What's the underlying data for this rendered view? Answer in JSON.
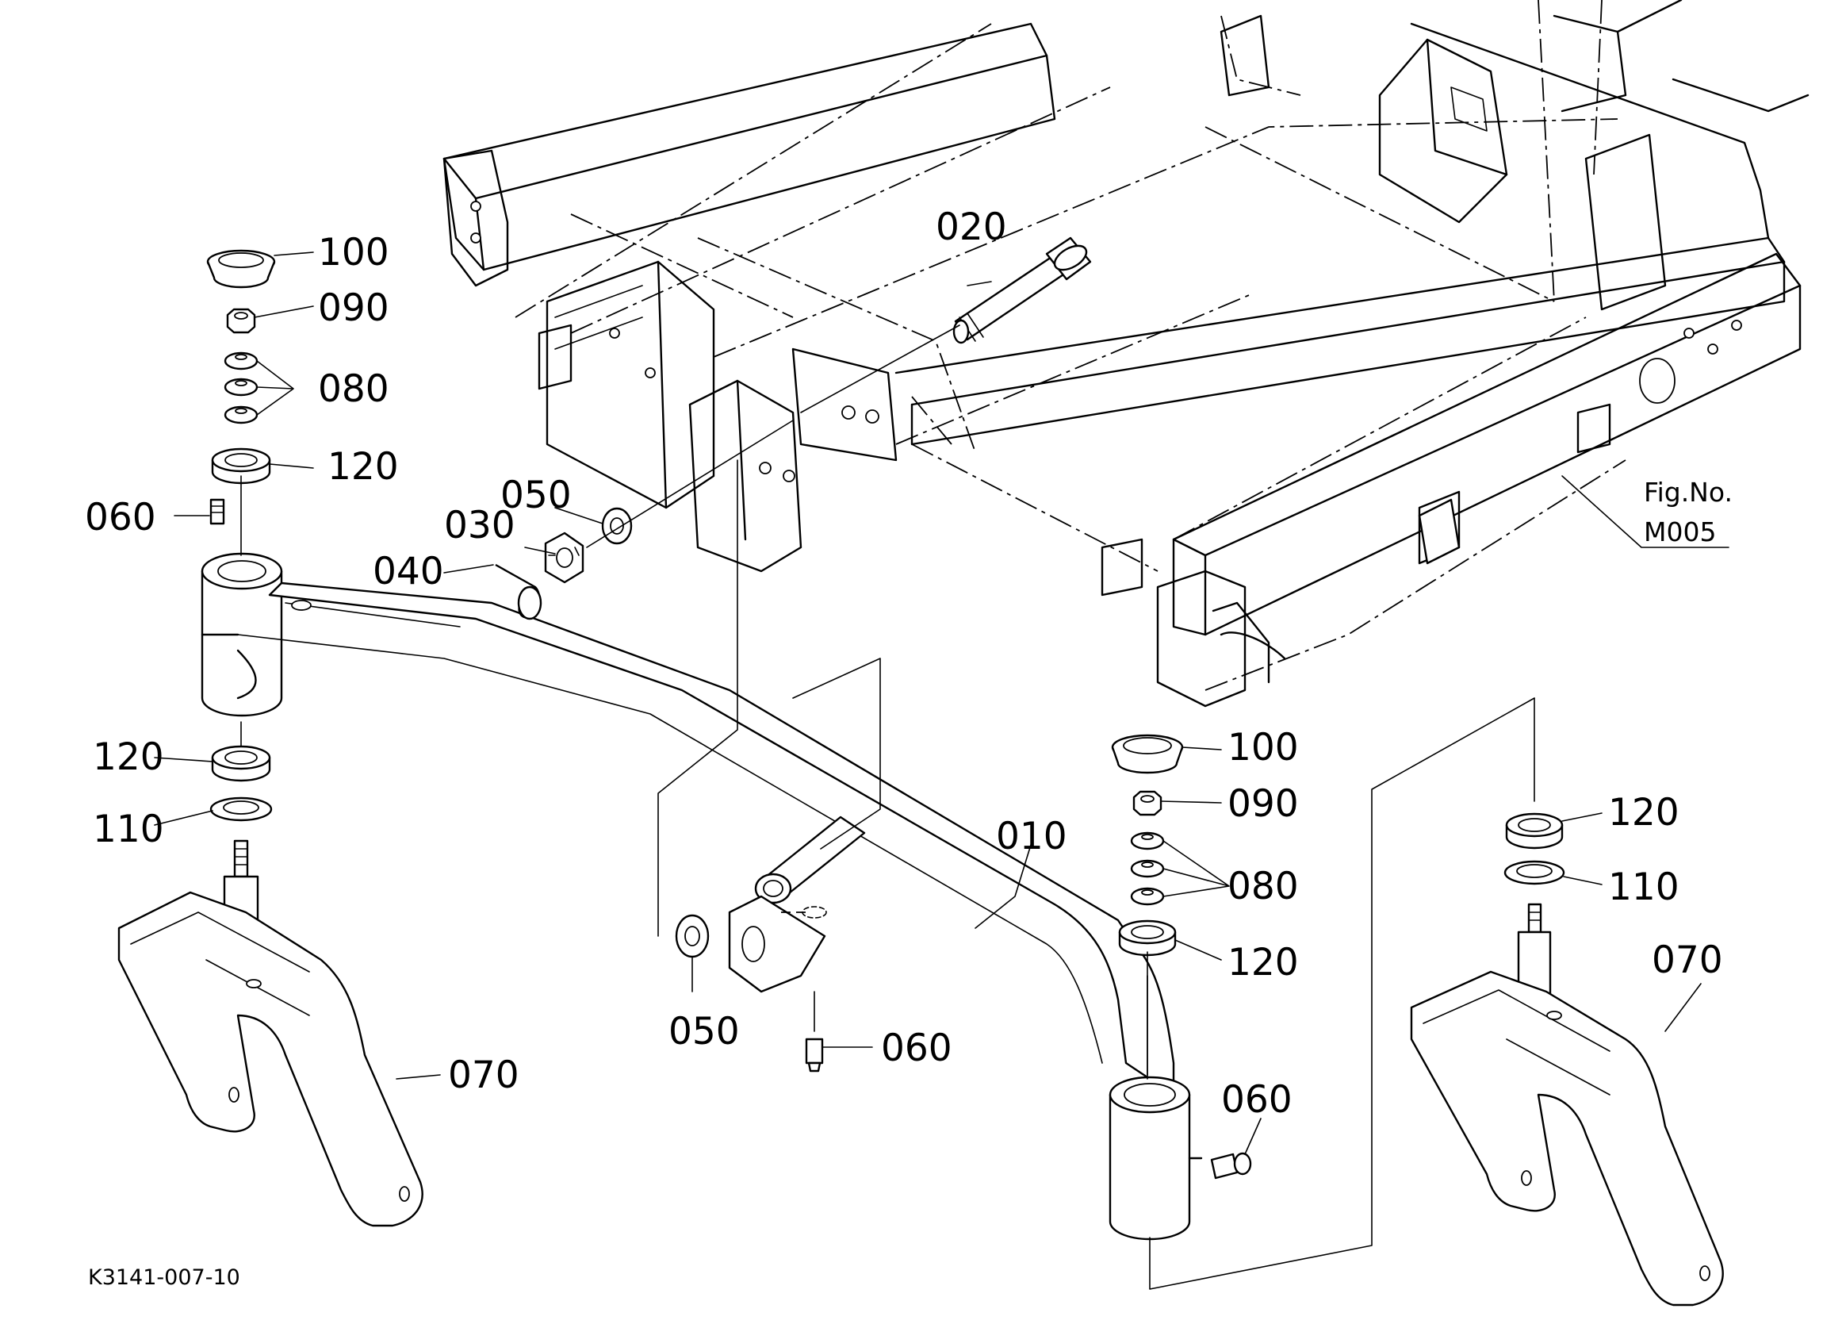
{
  "figure": {
    "fig_label": "Fig.No.",
    "fig_number": "M005",
    "drawing_code": "K3141-007-10"
  },
  "callouts": {
    "p010": "010",
    "p020": "020",
    "p030": "030",
    "p040": "040",
    "p050a": "050",
    "p050b": "050",
    "p060a": "060",
    "p060b": "060",
    "p060c": "060",
    "p070a": "070",
    "p070b": "070",
    "p080a": "080",
    "p080b": "080",
    "p090a": "090",
    "p090b": "090",
    "p100a": "100",
    "p100b": "100",
    "p110a": "110",
    "p110b": "110",
    "p120a": "120",
    "p120b": "120",
    "p120c": "120",
    "p120d": "120"
  }
}
